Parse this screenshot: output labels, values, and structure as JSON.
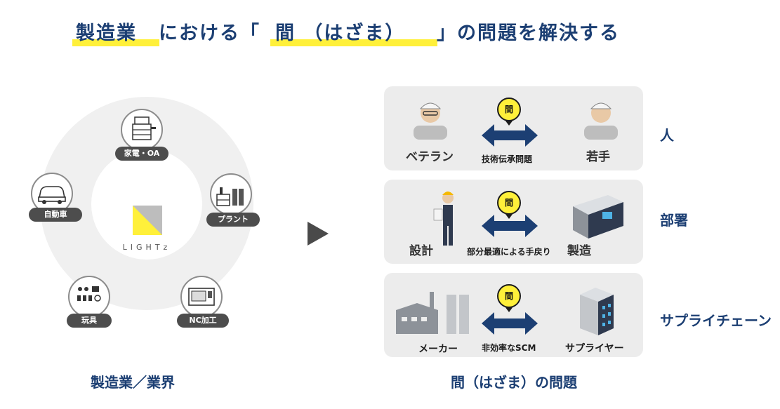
{
  "title": {
    "part1": "製造業",
    "part2": "における「",
    "part3": "間 （はざま）",
    "part4": "」の問題を解決する"
  },
  "left": {
    "logo": "LIGHTz",
    "nodes": [
      {
        "label": "家電・OA",
        "icon": "copier-icon"
      },
      {
        "label": "プラント",
        "icon": "plant-icon"
      },
      {
        "label": "NC加工",
        "icon": "nc-machine-icon"
      },
      {
        "label": "玩具",
        "icon": "toy-panel-icon"
      },
      {
        "label": "自動車",
        "icon": "car-icon"
      }
    ],
    "caption": "製造業／業界"
  },
  "right": {
    "caption": "間（はざま）の問題",
    "bubble": "間",
    "rows": [
      {
        "side": "人",
        "left": "ベテラン",
        "middle": "技術伝承問題",
        "right": "若手"
      },
      {
        "side": "部署",
        "left": "設計",
        "middle": "部分最適による手戻り",
        "right": "製造"
      },
      {
        "side": "サプライチェーン",
        "left": "メーカー",
        "middle": "非効率なSCM",
        "right": "サプライヤー"
      }
    ]
  },
  "colors": {
    "navy": "#1c3f73",
    "yellow": "#fff03a",
    "panel": "#ececec"
  }
}
